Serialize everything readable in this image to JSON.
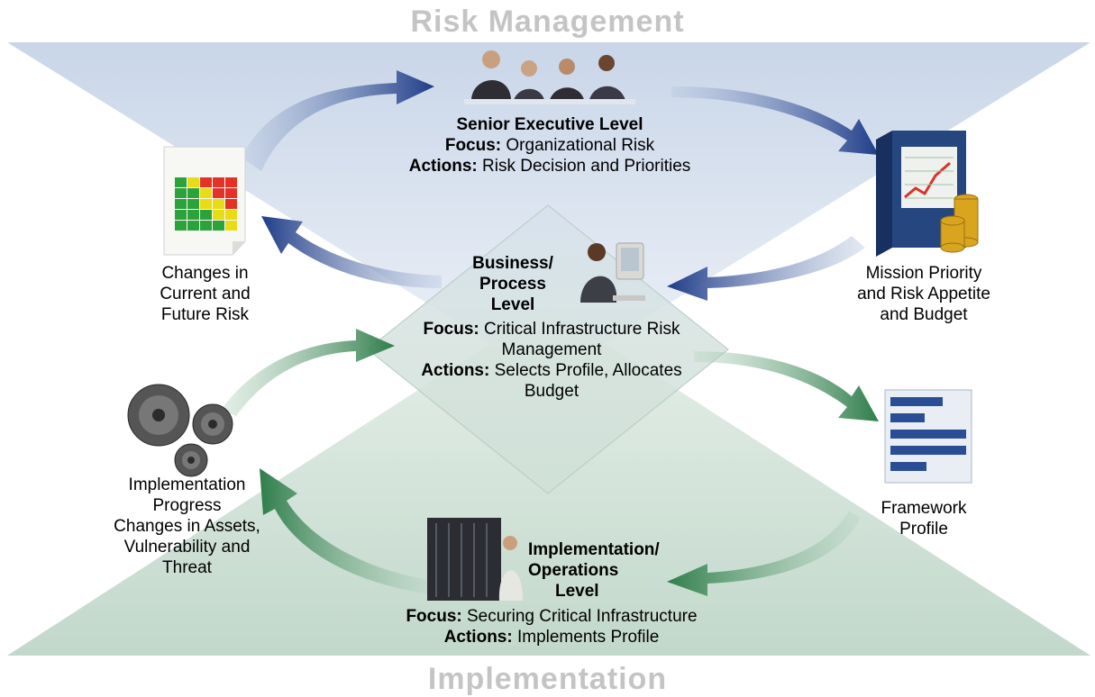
{
  "titles": {
    "top": "Risk Management",
    "bottom": "Implementation"
  },
  "senior": {
    "heading": "Senior Executive Level",
    "focus_label": "Focus:",
    "focus_text": "Organizational Risk",
    "actions_label": "Actions:",
    "actions_text": "Risk Decision and Priorities"
  },
  "business": {
    "heading_line1": "Business/",
    "heading_line2": "Process",
    "heading_line3": "Level",
    "focus_label": "Focus:",
    "focus_line1": "Critical Infrastructure Risk",
    "focus_line2": "Management",
    "actions_label": "Actions:",
    "actions_line1": "Selects Profile, Allocates",
    "actions_line2": "Budget"
  },
  "implementation": {
    "heading_line1": "Implementation/",
    "heading_line2": "Operations",
    "heading_line3": "Level",
    "focus_label": "Focus:",
    "focus_text": "Securing Critical Infrastructure",
    "actions_label": "Actions:",
    "actions_text": "Implements Profile"
  },
  "side_labels": {
    "changes_risk": [
      "Changes in",
      "Current and",
      "Future Risk"
    ],
    "mission": [
      "Mission Priority",
      "and Risk Appetite",
      "and Budget"
    ],
    "framework": [
      "Framework",
      "Profile"
    ],
    "impl_progress": [
      "Implementation",
      "Progress",
      "Changes in Assets,",
      "Vulnerability and",
      "Threat"
    ]
  },
  "colors": {
    "blue_triangle": "#dbe4f0",
    "green_triangle": "#d3e3db",
    "blue_arrow": "#1f3c88",
    "green_arrow": "#2e7d4a",
    "title_gray": "#c4c4c4"
  },
  "icons": {
    "people": "executives-group-icon",
    "binder": "budget-binder-icon",
    "chart_doc": "risk-heatmap-document-icon",
    "worker": "computer-worker-icon",
    "gears": "gears-icon",
    "profile": "framework-profile-icon",
    "server": "server-room-technician-icon"
  }
}
